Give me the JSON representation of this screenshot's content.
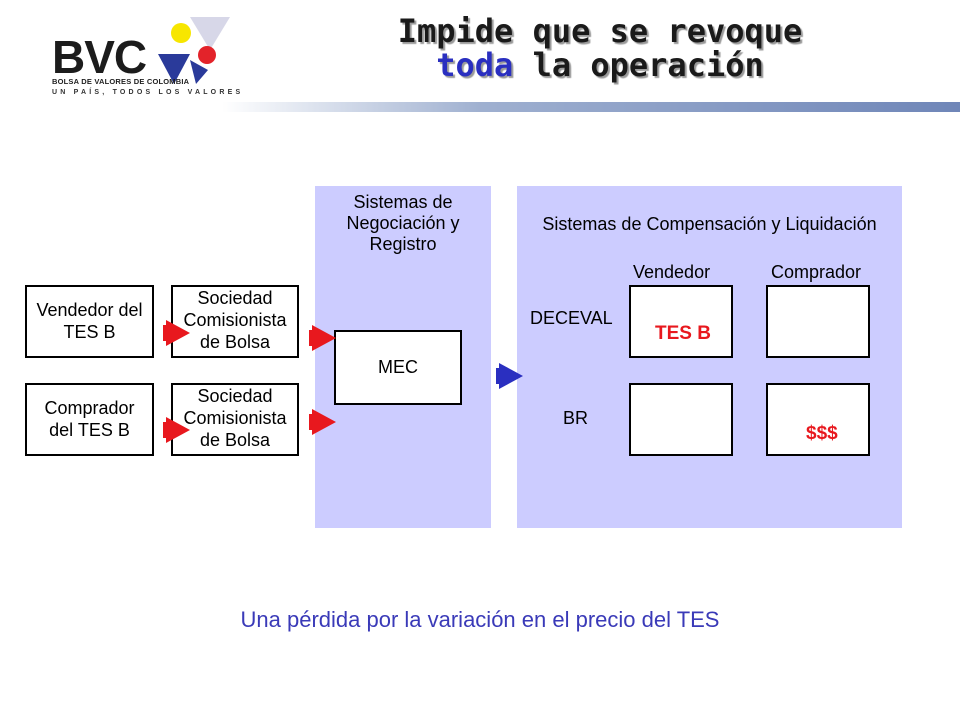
{
  "logo": {
    "brand": "BVC",
    "name": "BOLSA DE VALORES DE COLOMBIA",
    "tagline": "UN PAÍS, TODOS LOS VALORES",
    "colors": {
      "yellow": "#f7e600",
      "red": "#e3232a",
      "blue": "#2a3a9a"
    }
  },
  "title": {
    "line1": "Impide que se revoque",
    "line2_highlight": "toda",
    "line2_rest": " la operación"
  },
  "left_boxes": {
    "seller": "Vendedor del TES B",
    "buyer": "Comprador del TES B",
    "broker_top": "Sociedad Comisionista de Bolsa",
    "broker_bottom": "Sociedad Comisionista de Bolsa"
  },
  "trading_panel": {
    "title": "Sistemas de Negociación y Registro",
    "mec": "MEC"
  },
  "settlement_panel": {
    "title": "Sistemas de Compensación y Liquidación",
    "col_seller": "Vendedor",
    "col_buyer": "Comprador",
    "row_deceval": "DECEVAL",
    "row_br": "BR",
    "deceval_seller_value": "TES B",
    "br_buyer_value": "$$$"
  },
  "caption": "Una pérdida por la variación en el precio del TES",
  "colors": {
    "panel": "#ccccff",
    "arrow_red": "#e8181e",
    "arrow_blue": "#2a2fc0",
    "caption": "#3a3ab8"
  }
}
